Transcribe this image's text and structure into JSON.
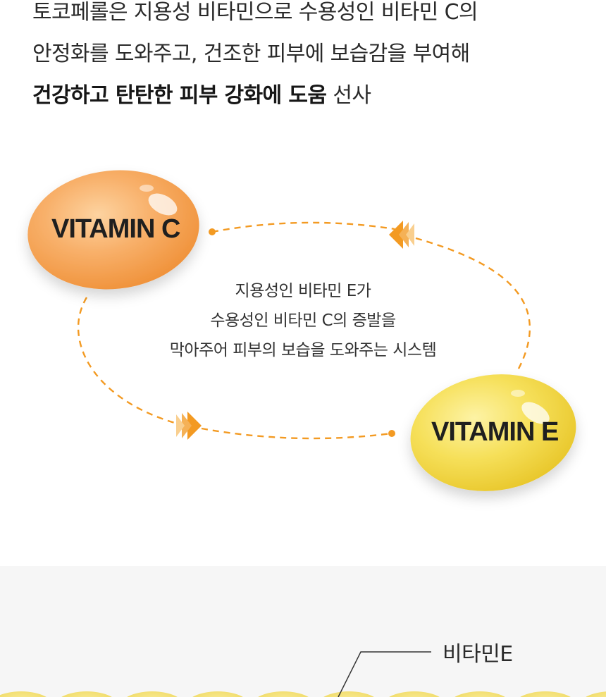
{
  "intro": {
    "line1": "토코페롤은 지용성 비타민으로 수용성인 비타민 C의",
    "line2": "안정화를 도와주고, 건조한 피부에 보습감을 부여해",
    "line3_bold": "건강하고 탄탄한 피부 강화에 도움",
    "line3_rest": " 선사"
  },
  "cycle": {
    "vitamin_c_label": "VITAMIN C",
    "vitamin_e_label": "VITAMIN E",
    "center_line1": "지용성인 비타민 E가",
    "center_line2": "수용성인 비타민 C의 증발을",
    "center_line3": "막아주어 피부의 보습을 도와주는 시스템"
  },
  "bottom": {
    "label": "비타민E"
  },
  "colors": {
    "accent_orange": "#f39a22",
    "capsule_c": "#f6a54a",
    "capsule_e": "#f1d63c",
    "gray_bg": "#f6f6f6"
  }
}
